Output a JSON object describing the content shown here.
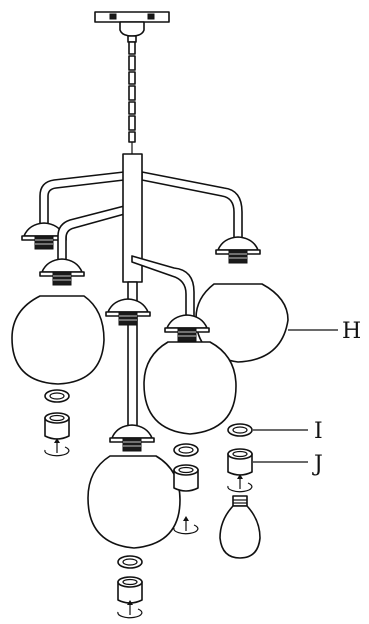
{
  "labels": {
    "H": "H",
    "I": "I",
    "J": "J"
  }
}
